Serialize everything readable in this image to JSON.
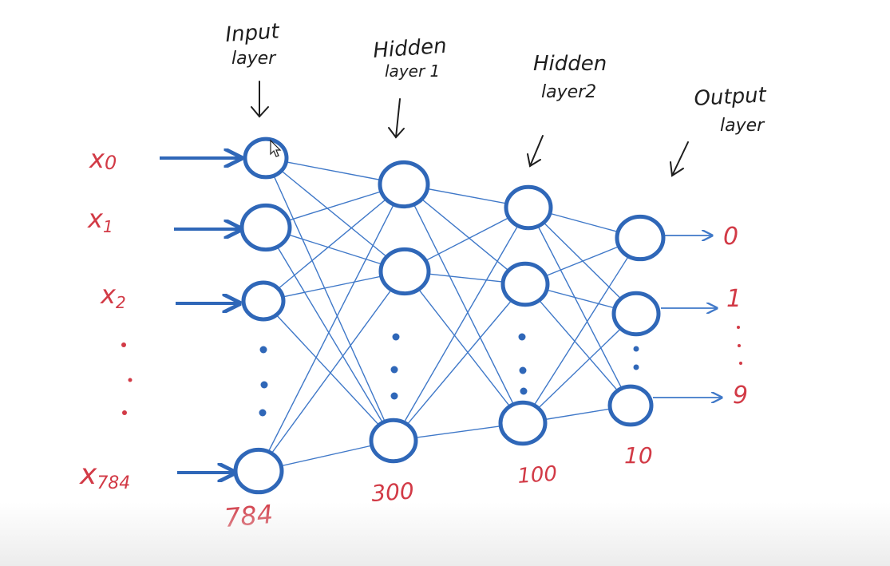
{
  "layers": [
    {
      "title_line1": "Input",
      "title_line2": "layer",
      "count": "784"
    },
    {
      "title_line1": "Hidden",
      "title_line2": "layer 1",
      "count": "300"
    },
    {
      "title_line1": "Hidden",
      "title_line2": "layer2",
      "count": "100"
    },
    {
      "title_line1": "Output",
      "title_line2": "layer",
      "count": "10"
    }
  ],
  "inputs": [
    {
      "base": "x",
      "sub": "0"
    },
    {
      "base": "x",
      "sub": "1"
    },
    {
      "base": "x",
      "sub": "2"
    },
    {
      "base": "x",
      "sub": "784"
    }
  ],
  "outputs": [
    "0",
    "1",
    "9"
  ],
  "colors": {
    "node": "#2f67b8",
    "edge": "#3f78c8",
    "label_red": "#d23a46",
    "label_black": "#1e1e1e"
  },
  "icons": [
    "down-arrow-icon",
    "right-arrow-icon",
    "ellipsis-dots-icon"
  ]
}
